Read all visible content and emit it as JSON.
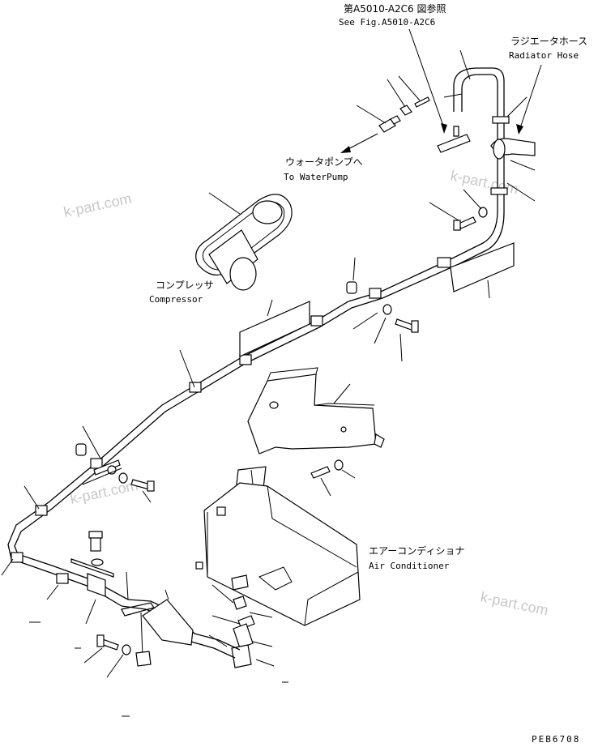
{
  "reference": {
    "jp": "第A5010-A2C6 図参照",
    "en": "See Fig.A5010-A2C6"
  },
  "radiator_hose": {
    "jp": "ラジエータホース",
    "en": "Radiator Hose"
  },
  "water_pump": {
    "jp": "ウォータポンプへ",
    "en": "To WaterPump"
  },
  "compressor": {
    "jp": "コンプレッサ",
    "en": "Compressor"
  },
  "air_conditioner": {
    "jp": "エアーコンディショナ",
    "en": "Air Conditioner"
  },
  "drawing_number": "PEB6708",
  "watermarks": [
    "k-part.com",
    "k-part.com",
    "k-part.com",
    "k-part.com"
  ]
}
